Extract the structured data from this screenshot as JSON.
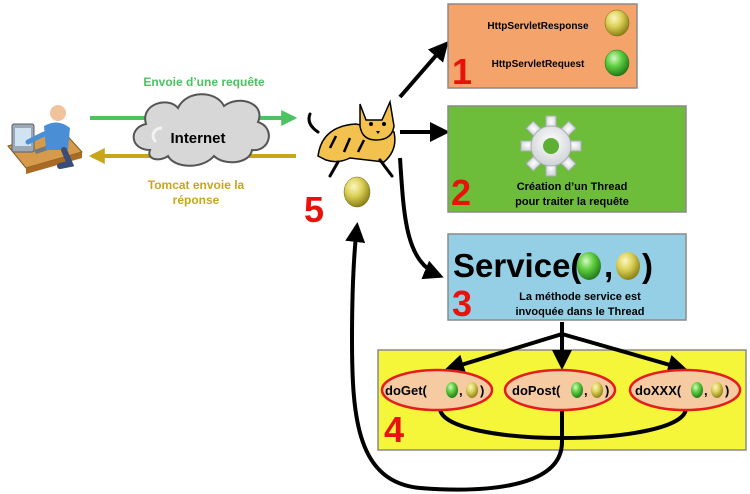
{
  "request_label": "Envoie d’une requête",
  "response_label_line1": "Tomcat envoie la",
  "response_label_line2": "réponse",
  "cloud_label": "Internet",
  "box1": {
    "number": "1",
    "response_label": "HttpServletResponse",
    "request_label": "HttpServletRequest"
  },
  "box2": {
    "number": "2",
    "line1": "Création d’un Thread",
    "line2": "pour traiter la requête"
  },
  "box3": {
    "number": "3",
    "service_prefix": "Service(",
    "service_comma": ",",
    "service_suffix": ")",
    "line1": "La méthode service est",
    "line2": "invoquée dans le Thread"
  },
  "box4": {
    "number": "4",
    "methods": [
      {
        "prefix": "doGet(",
        "comma": ",",
        "suffix": ")"
      },
      {
        "prefix": "doPost(",
        "comma": ",",
        "suffix": ")"
      },
      {
        "prefix": "doXXX(",
        "comma": ",",
        "suffix": ")"
      }
    ]
  },
  "step5_number": "5",
  "colors": {
    "request_green": "#4dc261",
    "response_gold": "#c8a61c",
    "box1_fill": "#f4a46a",
    "box2_fill": "#6ebd3a",
    "box3_fill": "#94cfe6",
    "box4_fill": "#f5f53a",
    "number_red": "#e8120c",
    "oval_red": "#e51c1c",
    "oval_fill": "#f6cba2"
  },
  "icons": [
    "user-at-computer-icon",
    "tomcat-logo-icon",
    "gear-icon",
    "response-ball-icon",
    "request-ball-icon"
  ]
}
